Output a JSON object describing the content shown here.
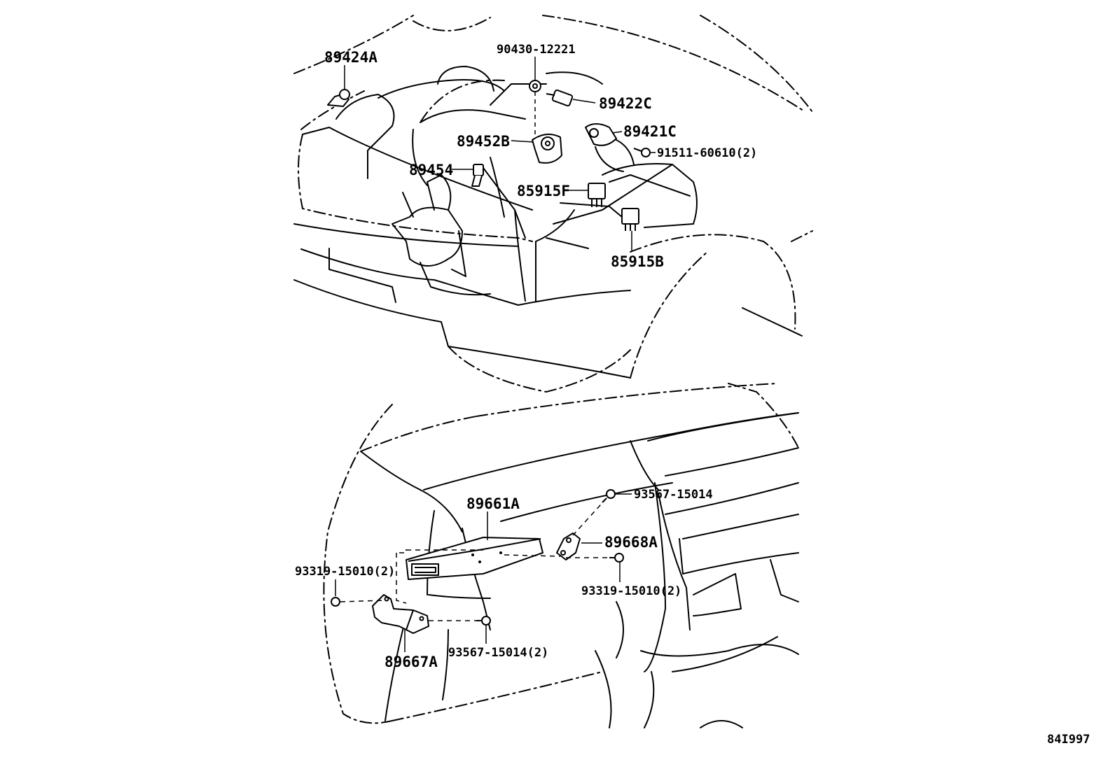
{
  "parts": {
    "p89424A": "89424A",
    "p90430": "90430-12221",
    "p89422C": "89422C",
    "p89421C": "89421C",
    "p89452B": "89452B",
    "p91511": "91511-60610(2)",
    "p89454": "89454",
    "p85915F": "85915F",
    "p85915B": "85915B",
    "p89661A": "89661A",
    "p93567a": "93567-15014",
    "p89668A": "89668A",
    "p93319a": "93319-15010(2)",
    "p93319b": "93319-15010(2)",
    "p93567b": "93567-15014(2)",
    "p89667A": "89667A"
  },
  "figure_code": "84I997"
}
